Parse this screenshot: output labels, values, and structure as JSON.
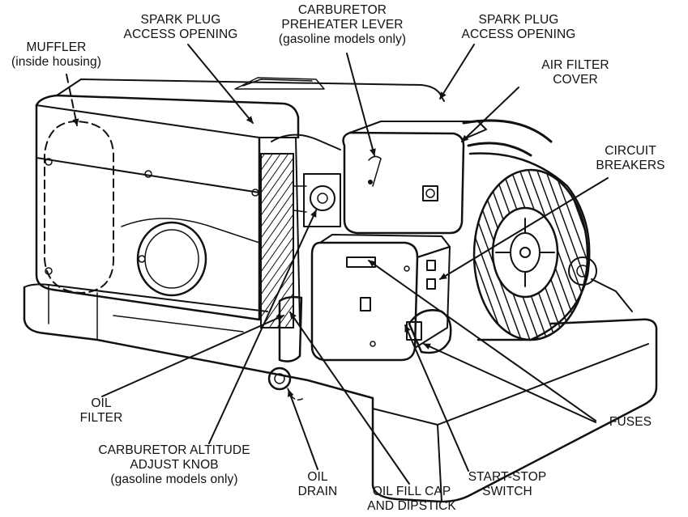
{
  "labels": {
    "muffler": [
      "MUFFLER",
      "(inside housing)"
    ],
    "spark_plug_left": [
      "SPARK PLUG",
      "ACCESS OPENING"
    ],
    "carb_preheater": [
      "CARBURETOR",
      "PREHEATER LEVER",
      "(gasoline models only)"
    ],
    "spark_plug_right": [
      "SPARK PLUG",
      "ACCESS OPENING"
    ],
    "air_filter": [
      "AIR FILTER",
      "COVER"
    ],
    "circuit_breakers": [
      "CIRCUIT",
      "BREAKERS"
    ],
    "oil_filter": [
      "OIL",
      "FILTER"
    ],
    "carb_altitude": [
      "CARBURETOR ALTITUDE",
      "ADJUST KNOB",
      "(gasoline models only)"
    ],
    "oil_drain": [
      "OIL",
      "DRAIN"
    ],
    "oil_fill": [
      "OIL FILL CAP",
      "AND DIPSTICK"
    ],
    "start_stop": [
      "START-STOP",
      "SWITCH"
    ],
    "fuses": [
      "FUSES"
    ]
  }
}
